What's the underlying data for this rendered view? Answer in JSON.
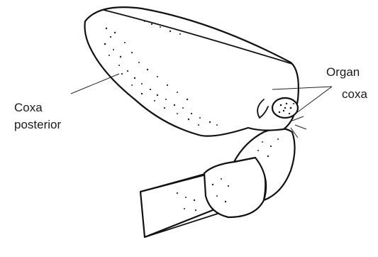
{
  "labels": {
    "coxa_posterior_line1": "Coxa",
    "coxa_posterior_line2": "posterior",
    "organ_line1": "Organ",
    "organ_line2": "coxa"
  },
  "colors": {
    "ink": "#111111",
    "paper": "#ffffff"
  }
}
